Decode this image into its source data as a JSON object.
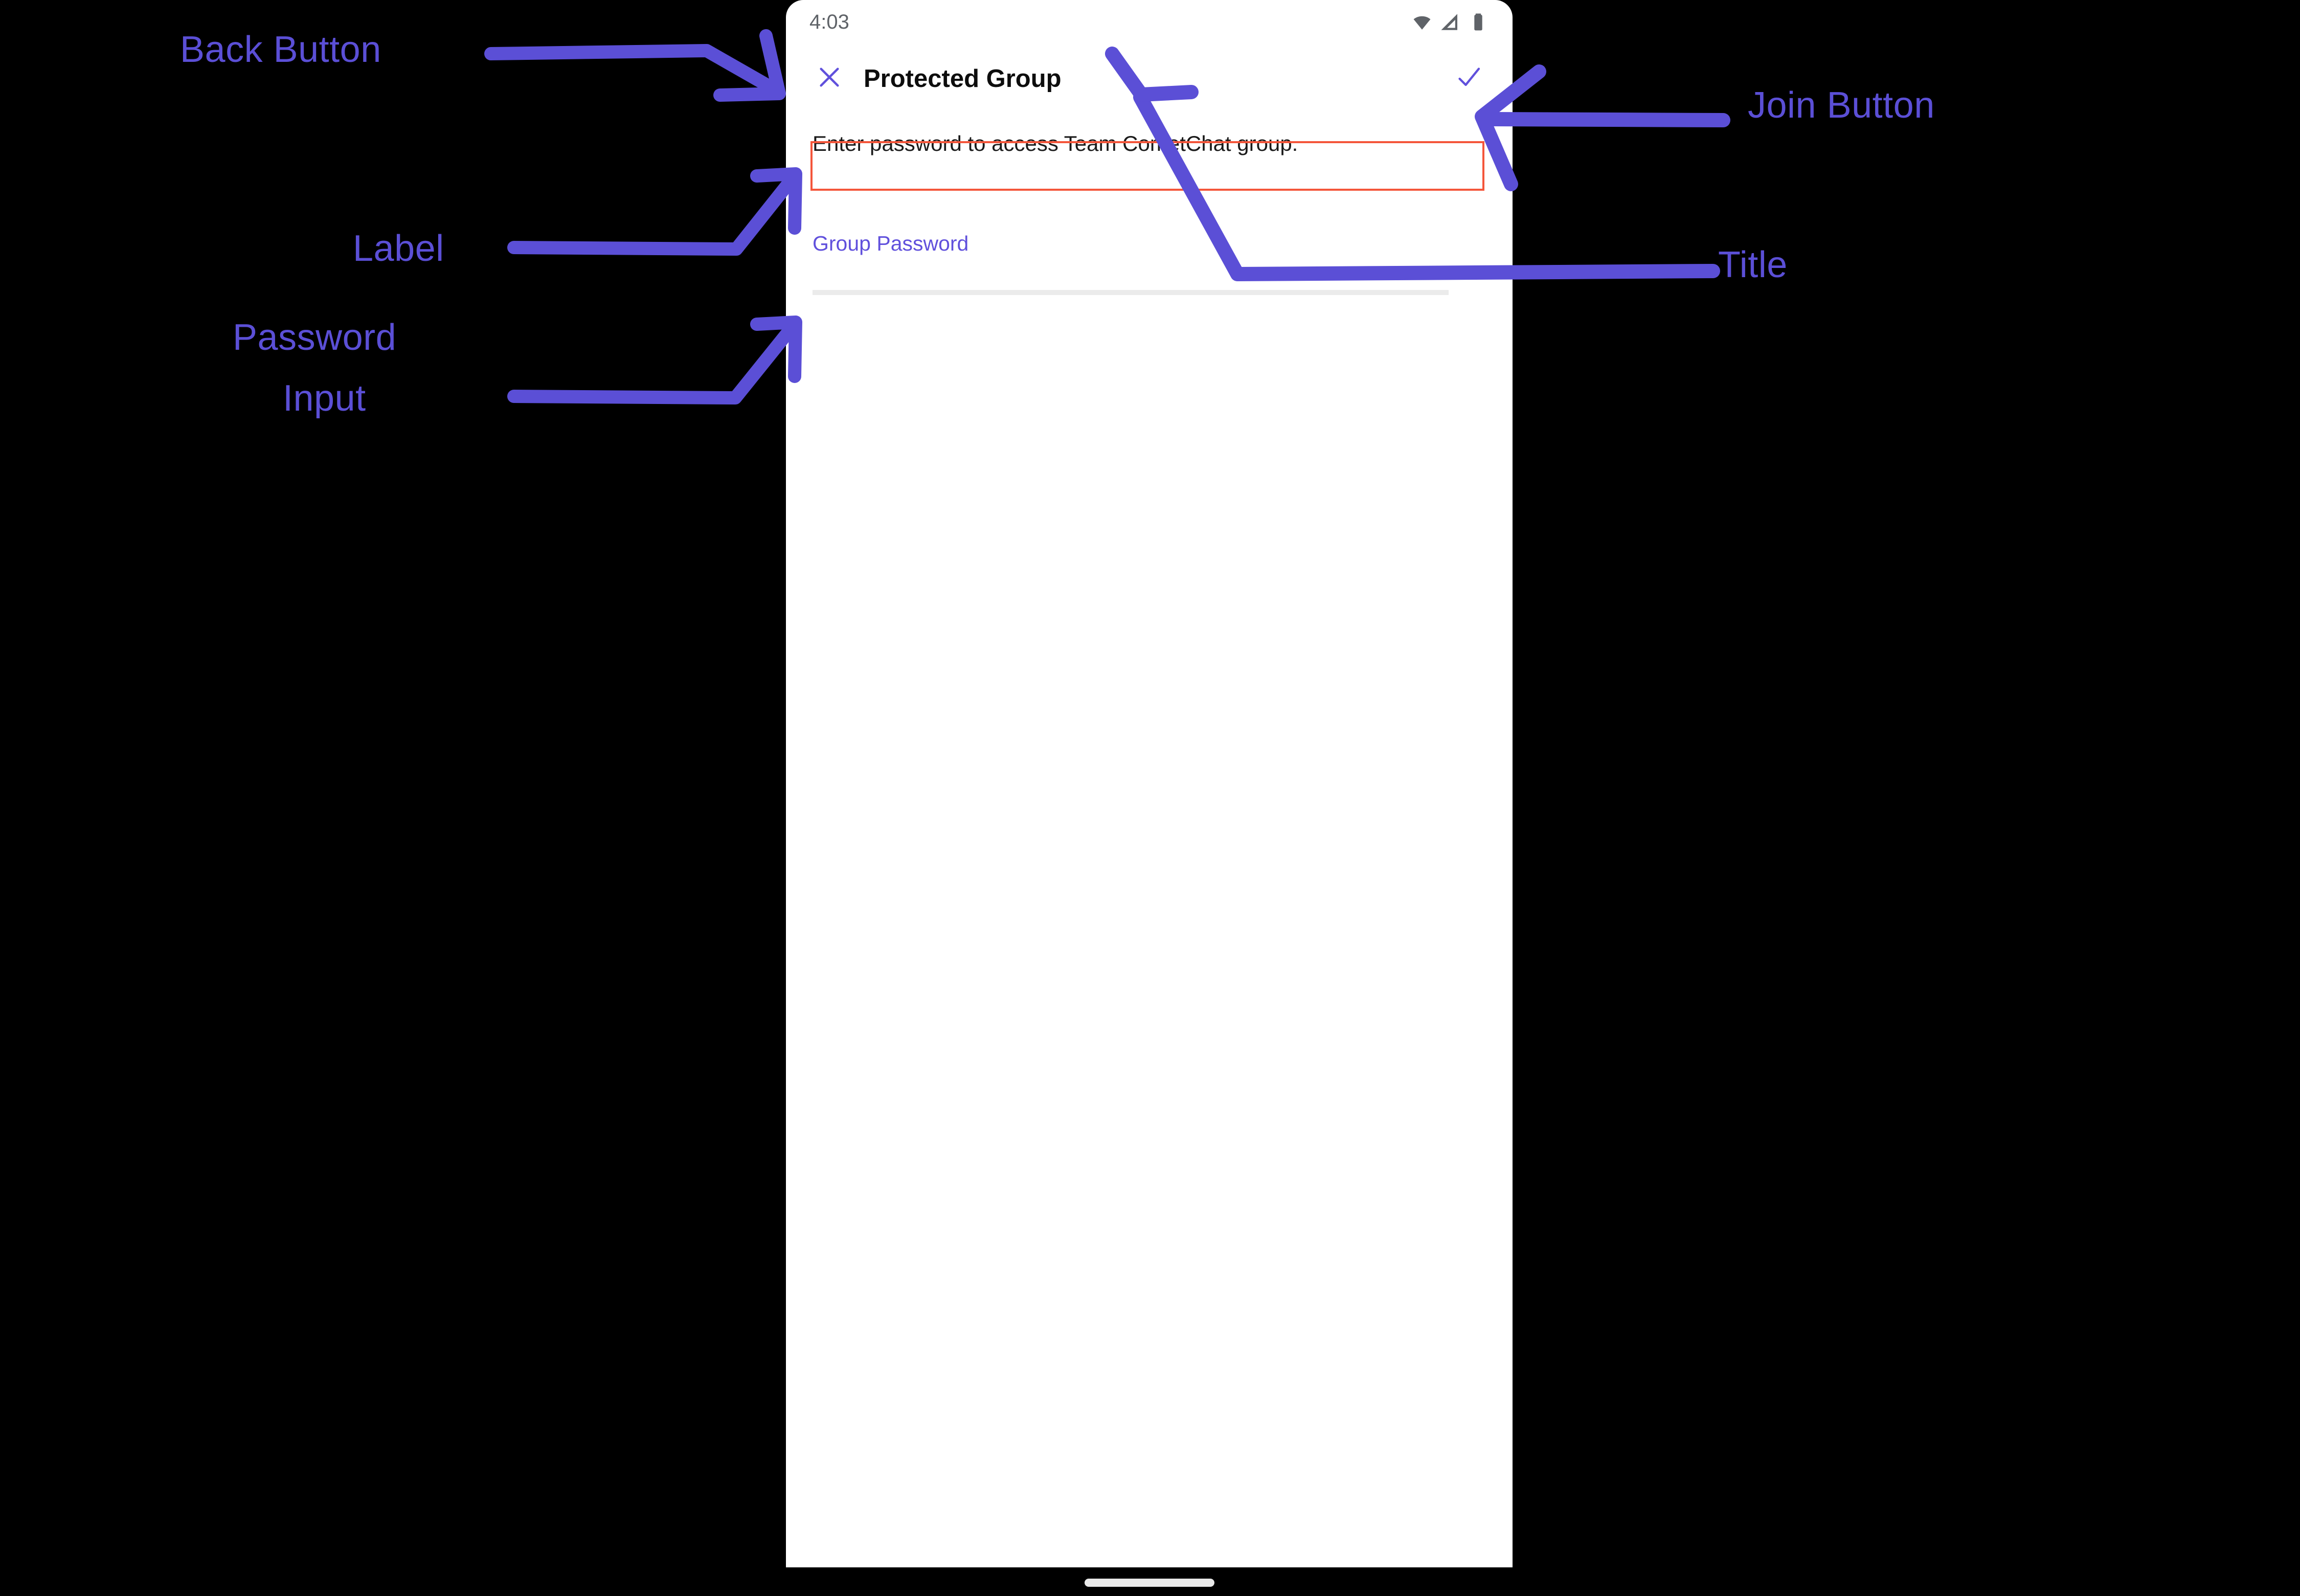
{
  "device": {
    "status_bar": {
      "time": "4:03",
      "icons": [
        "wifi-icon",
        "cell-signal-icon",
        "battery-icon"
      ]
    },
    "home_indicator": "home-indicator"
  },
  "appbar": {
    "close_icon": "close-icon",
    "title": "Protected Group",
    "confirm_icon": "check-icon"
  },
  "screen": {
    "description": "Enter password to access Team CometChat group.",
    "password_field": {
      "label": "Group Password",
      "value": "",
      "placeholder": ""
    }
  },
  "annotations": [
    {
      "id": "back-button",
      "label": "Back Button"
    },
    {
      "id": "label",
      "label": "Label"
    },
    {
      "id": "password-input-1",
      "label": "Password"
    },
    {
      "id": "password-input-2",
      "label": "Input"
    },
    {
      "id": "join-button",
      "label": "Join Button"
    },
    {
      "id": "title",
      "label": "Title"
    }
  ],
  "colors": {
    "annotation_purple": "#5b4fd6",
    "highlight_red": "#f4563b",
    "accent_purple": "#6050dc",
    "background": "#000000",
    "surface": "#ffffff"
  }
}
